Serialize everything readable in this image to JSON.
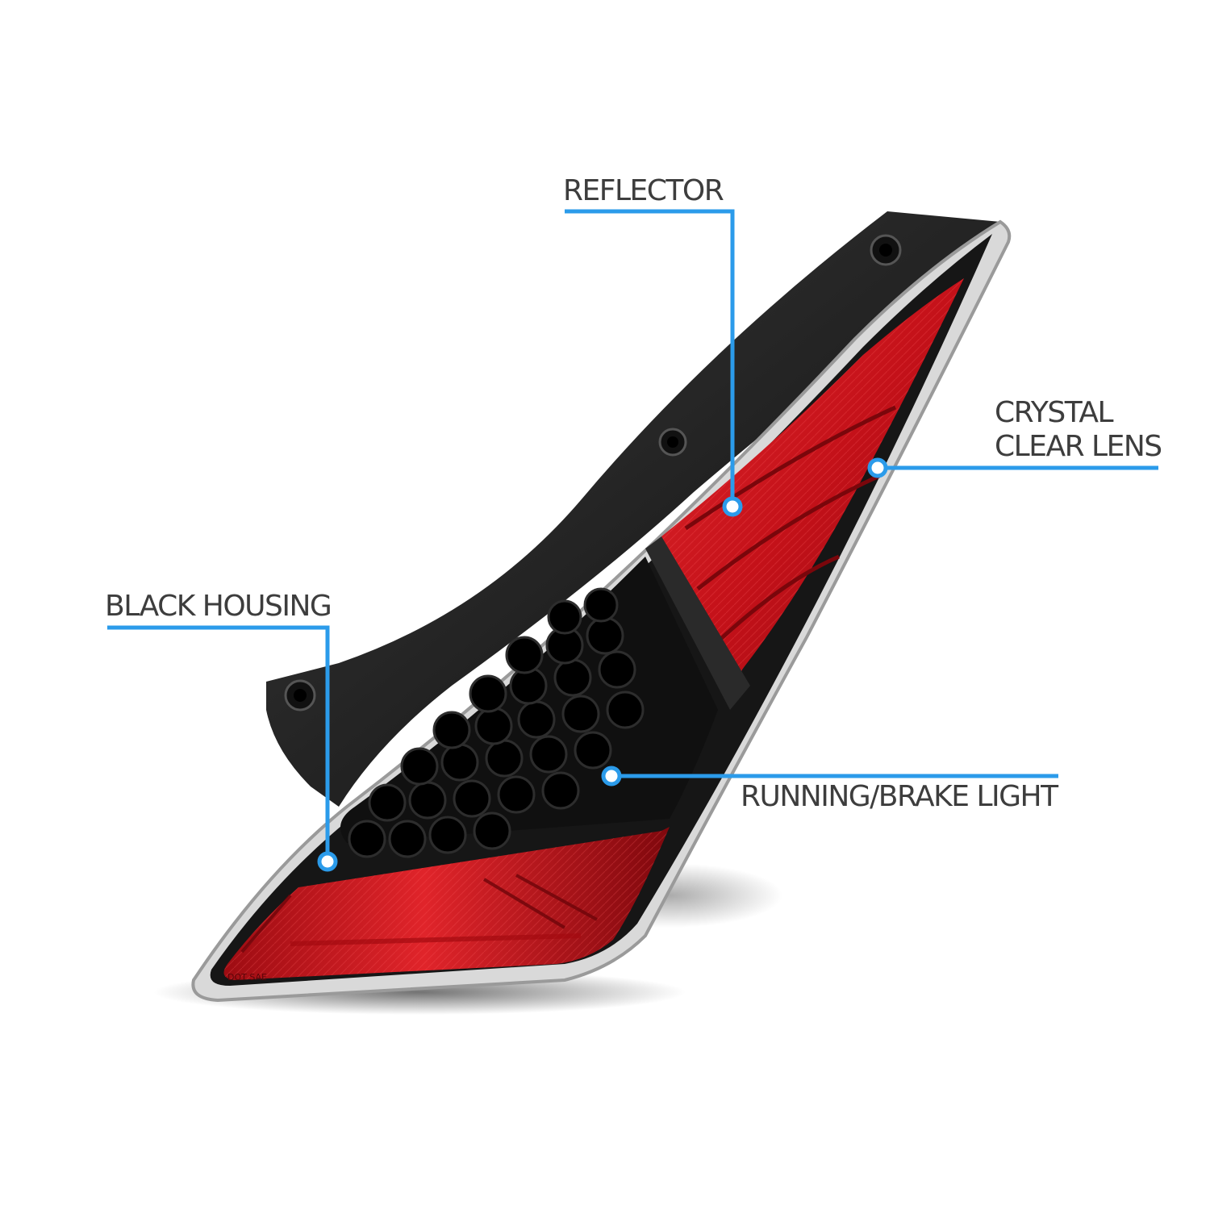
{
  "callouts": {
    "reflector": "REFLECTOR",
    "lens_line1": "CRYSTAL",
    "lens_line2": "CLEAR LENS",
    "housing": "BLACK HOUSING",
    "brake": "RUNNING/BRAKE LIGHT"
  },
  "product_markings": "DOT SAE",
  "colors": {
    "accent": "#2b9bea",
    "label_text": "#3d3d3d",
    "lens_red": "#c4141c",
    "housing_black": "#1a1a1a"
  }
}
